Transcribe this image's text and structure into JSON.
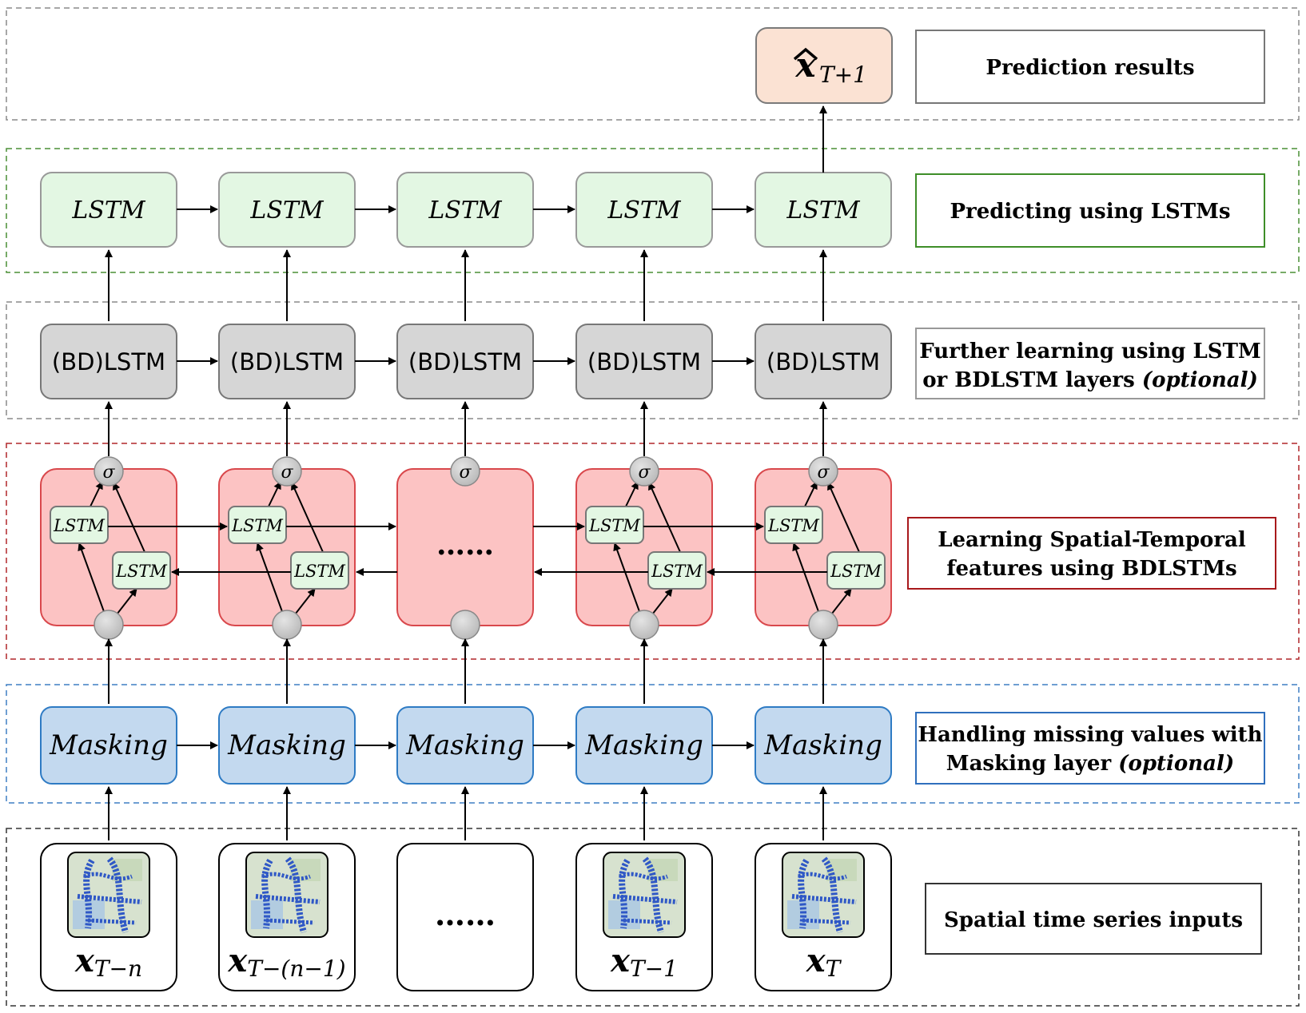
{
  "layers": {
    "output_label": "Prediction results",
    "lstm_label": "Predicting using LSTMs",
    "further_label_line1": "Further learning using LSTM",
    "further_label_line2_prefix": "or BDLSTM layers ",
    "further_label_line2_opt": "(optional)",
    "bdlstm_label_line1": "Learning Spatial-Temporal",
    "bdlstm_label_line2": "features using BDLSTMs",
    "masking_label_line1": "Handling missing values with",
    "masking_label_line2_prefix": "Masking layer ",
    "masking_label_line2_opt": "(optional)",
    "input_label": "Spatial time series inputs"
  },
  "nodes": {
    "output_x": "x",
    "output_sub": "T+1",
    "lstm": "LSTM",
    "bdlstm": "(BD)LSTM",
    "masking": "Masking",
    "inner_lstm": "LSTM",
    "sigma": "σ",
    "ellipsis": "……"
  },
  "inputs": [
    {
      "base": "x",
      "sub": "T−n"
    },
    {
      "base": "x",
      "sub": "T−(n−1)"
    },
    {
      "base": "",
      "sub": ""
    },
    {
      "base": "x",
      "sub": "T−1"
    },
    {
      "base": "x",
      "sub": "T"
    }
  ],
  "colors": {
    "output_fill": "#fbe2d3",
    "lstm_fill": "#e3f7e3",
    "bdlstm_fill": "#d6d6d6",
    "red_fill": "#fcc3c3",
    "red_border": "#d9484c",
    "masking_fill": "#c3d9ef",
    "masking_border": "#2e7bc4",
    "green_border": "#3e8e28",
    "dark_red_border": "#a8191c",
    "blue_border": "#2f6fbd"
  }
}
